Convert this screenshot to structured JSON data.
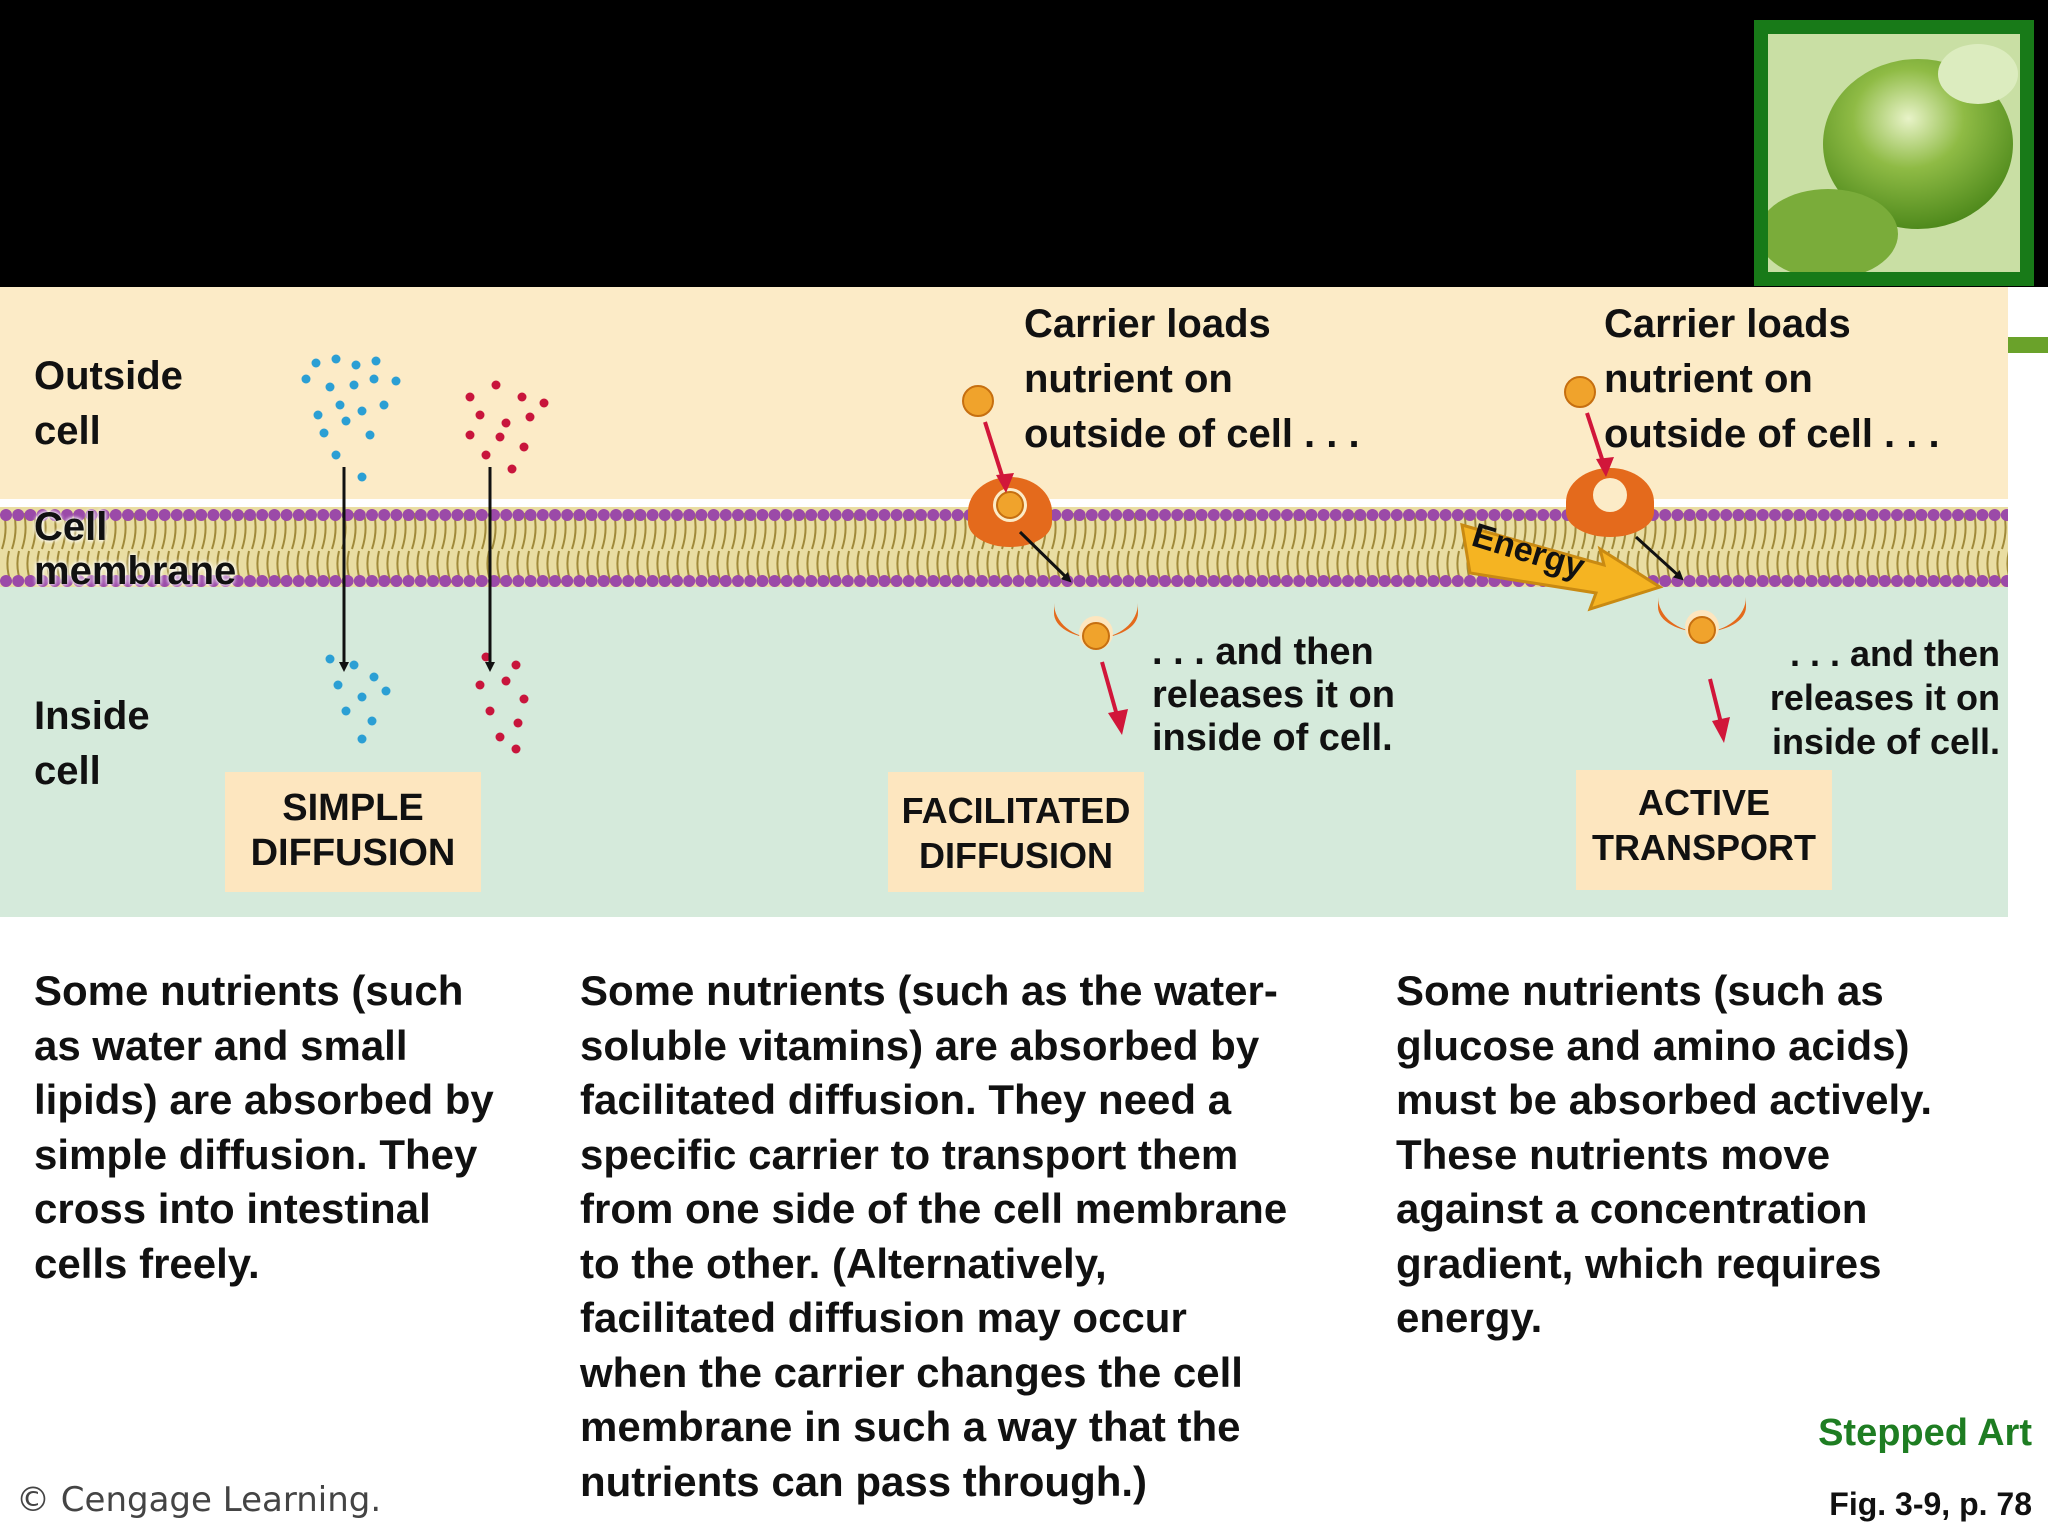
{
  "diagram": {
    "outside_label": [
      "Outside",
      "cell"
    ],
    "membrane_label": [
      "Cell",
      "membrane"
    ],
    "inside_label": [
      "Inside",
      "cell"
    ],
    "facilitated_top_note": [
      "Carrier loads",
      "nutrient on",
      "outside of cell . . ."
    ],
    "facilitated_bottom_note": [
      ". . . and then",
      "releases it on",
      "inside of cell."
    ],
    "active_top_note": [
      "Carrier loads",
      "nutrient on",
      "outside of cell . . ."
    ],
    "active_bottom_note": [
      ". . . and then",
      "releases it on",
      "inside of cell."
    ],
    "energy_label": "Energy",
    "tags": {
      "simple": [
        "SIMPLE",
        "DIFFUSION"
      ],
      "facilitated": [
        "FACILITATED",
        "DIFFUSION"
      ],
      "active": [
        "ACTIVE",
        "TRANSPORT"
      ]
    },
    "colors": {
      "outside_bg": "#fcebc7",
      "inside_bg": "#d5eadb",
      "membrane_head": "#9b4aa8",
      "carrier": "#e46a1c",
      "nutrient": "#f0a32c",
      "arrow_red": "#d1163a",
      "dot_blue": "#2b9fd4",
      "dot_red": "#c8153c",
      "energy_arrow": "#f5b422"
    }
  },
  "descriptions": {
    "simple": [
      "Some nutrients (such",
      "as water and small",
      "lipids) are absorbed by",
      "simple diffusion. They",
      "cross into intestinal",
      "cells freely."
    ],
    "facilitated": [
      "Some nutrients (such as the water-",
      "soluble vitamins) are absorbed by",
      "facilitated diffusion. They need a",
      "specific carrier to transport them",
      "from one side of the cell membrane",
      "to the other. (Alternatively,",
      "facilitated diffusion may occur",
      "when the carrier changes the cell",
      "membrane in such a way that the",
      "nutrients can pass through.)"
    ],
    "active": [
      "Some nutrients (such as",
      "glucose and amino acids)",
      "must be absorbed actively.",
      "These nutrients move",
      "against a concentration",
      "gradient, which requires",
      "energy."
    ]
  },
  "footer": {
    "stepped_art": "Stepped Art",
    "figure_ref": "Fig. 3-9, p. 78",
    "copyright": "© Cengage Learning."
  }
}
